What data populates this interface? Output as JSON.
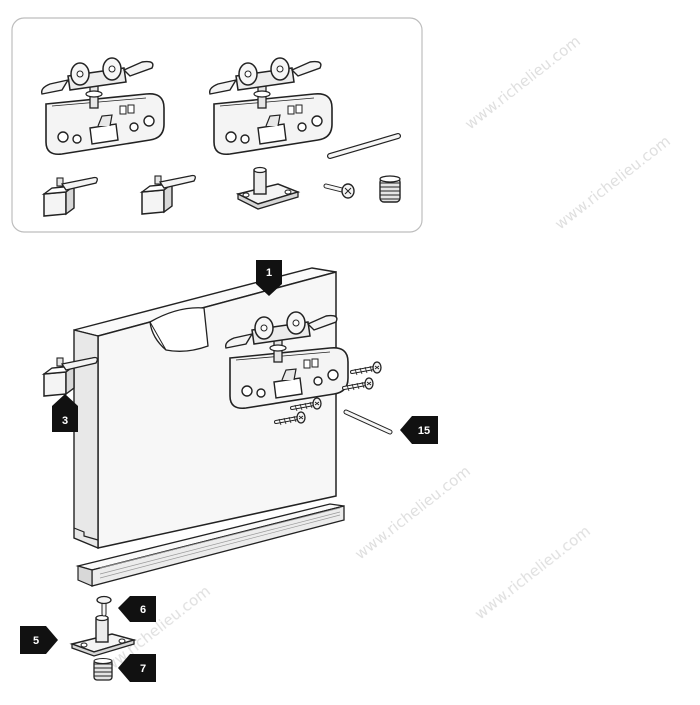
{
  "watermark": {
    "text": "www.richelieu.com",
    "color": "#dcdcdc"
  },
  "colors": {
    "stroke": "#222222",
    "part_fill": "#f2f2f2",
    "callout_fill": "#111111",
    "callout_text": "#ffffff",
    "panel_border": "#bdbdbd"
  },
  "callouts": {
    "roller": "1",
    "guide": "3",
    "floor_guide": "5",
    "screw": "6",
    "anchor": "7",
    "pin": "15"
  }
}
